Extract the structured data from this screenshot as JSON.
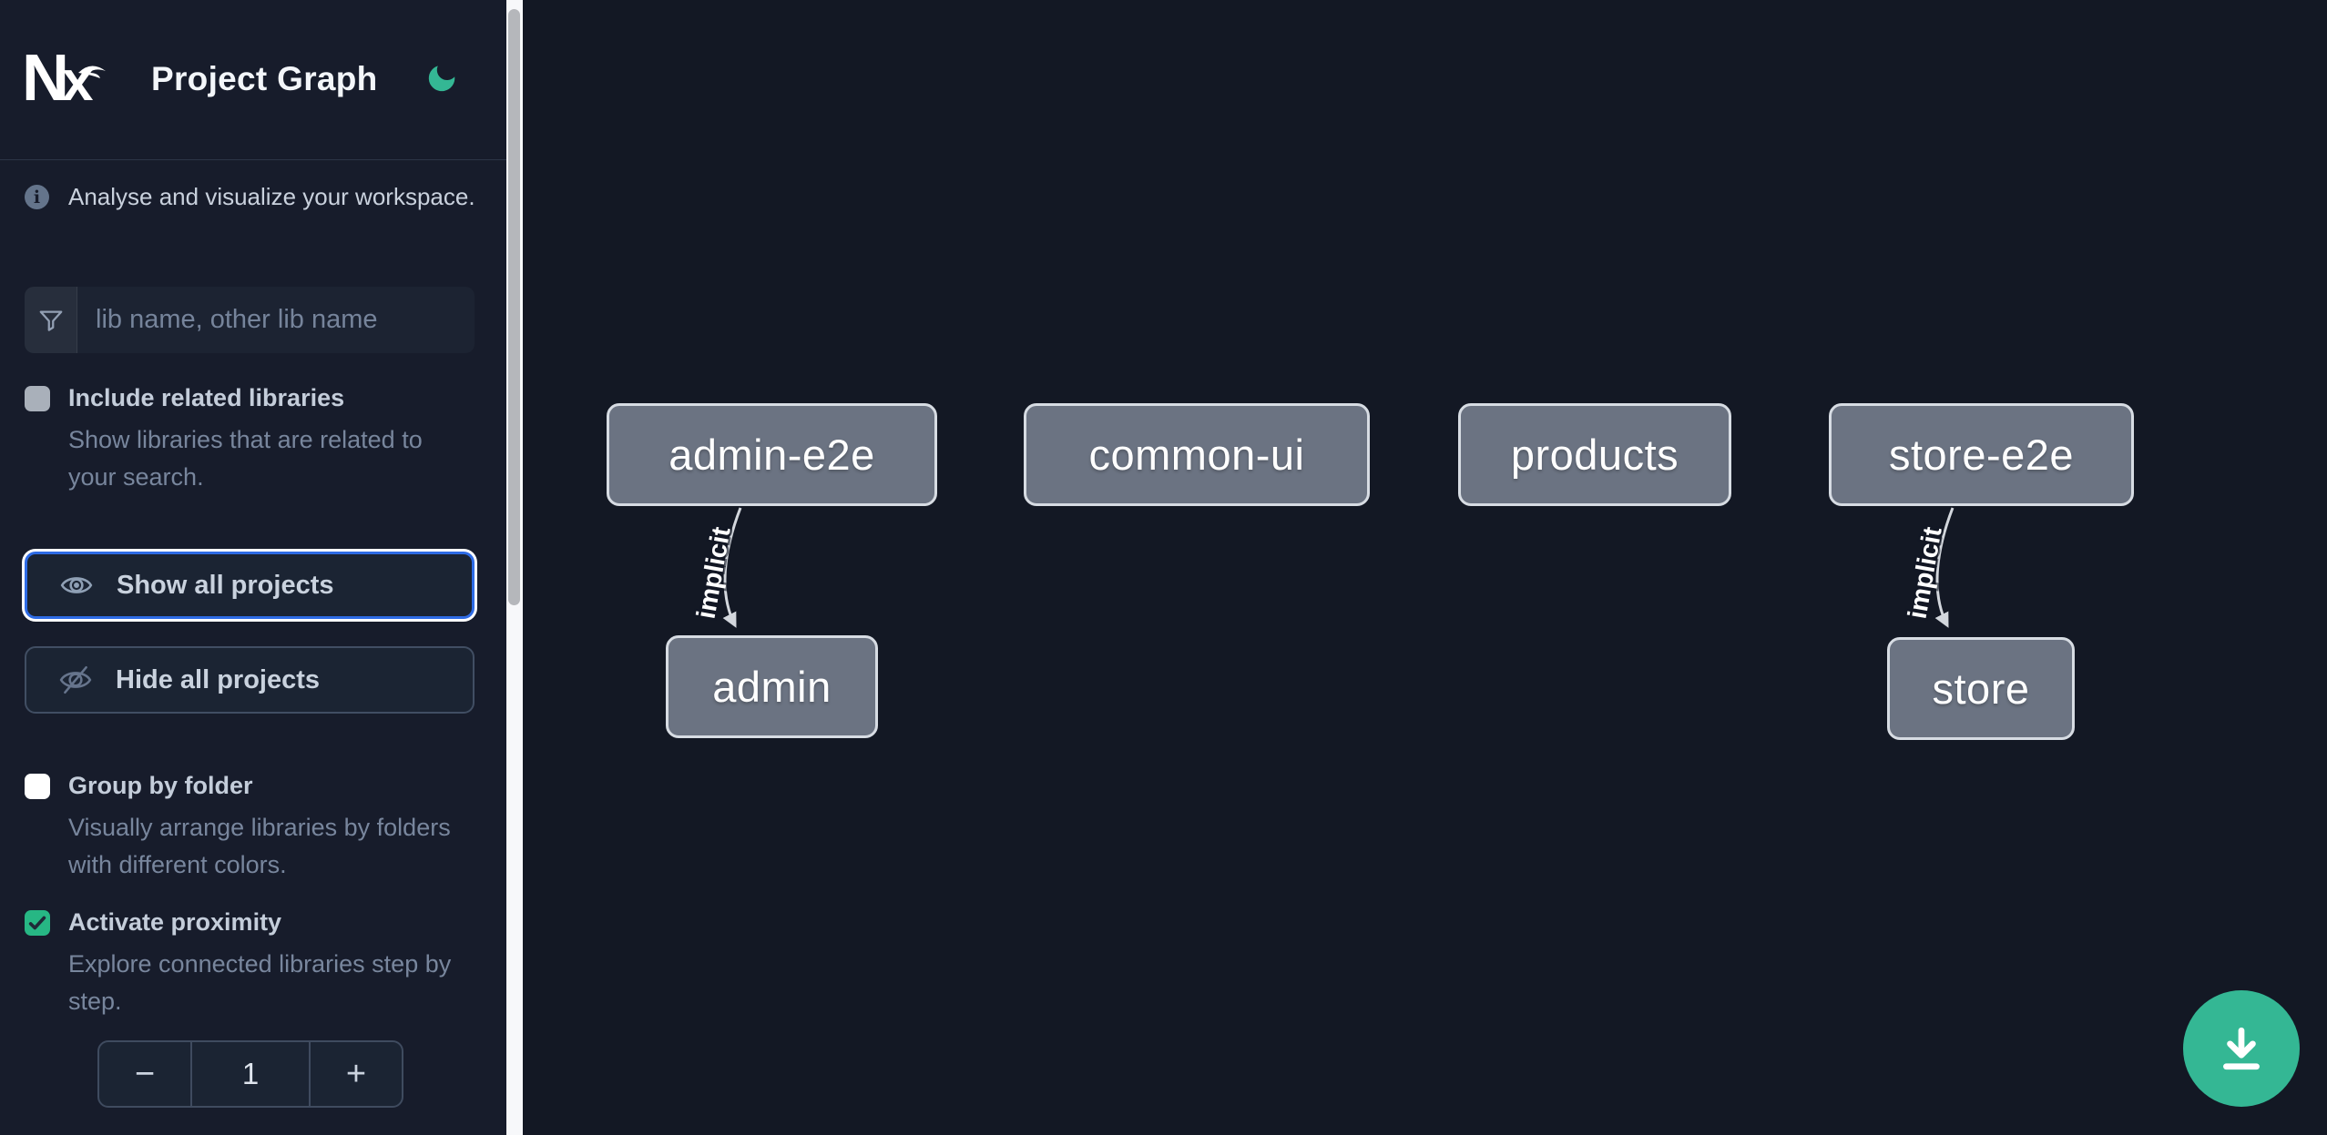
{
  "app": {
    "logo_text": "Nx",
    "title": "Project Graph"
  },
  "sidebar": {
    "tagline": "Analyse and visualize your workspace.",
    "search_placeholder": "lib name, other lib name",
    "include_related": {
      "label": "Include related libraries",
      "description": "Show libraries that are related to your search.",
      "checked": false
    },
    "show_all_label": "Show all projects",
    "hide_all_label": "Hide all projects",
    "group_by_folder": {
      "label": "Group by folder",
      "description": "Visually arrange libraries by folders with different colors.",
      "checked": false
    },
    "activate_proximity": {
      "label": "Activate proximity",
      "description": "Explore connected libraries step by step.",
      "checked": true
    },
    "proximity_stepper": {
      "decrement": "−",
      "value": "1",
      "increment": "+"
    }
  },
  "graph": {
    "nodes": [
      {
        "label": "admin-e2e"
      },
      {
        "label": "common-ui"
      },
      {
        "label": "products"
      },
      {
        "label": "store-e2e"
      },
      {
        "label": "admin"
      },
      {
        "label": "store"
      }
    ],
    "edges": [
      {
        "from": "admin-e2e",
        "to": "admin",
        "label": "implicit"
      },
      {
        "from": "store-e2e",
        "to": "store",
        "label": "implicit"
      }
    ]
  },
  "colors": {
    "accent_green": "#34b794",
    "focus_ring_blue": "#2e6be5",
    "node_fill": "#6b7382",
    "node_border": "#d7dce3",
    "edge_gray": "#d3d7dd"
  }
}
